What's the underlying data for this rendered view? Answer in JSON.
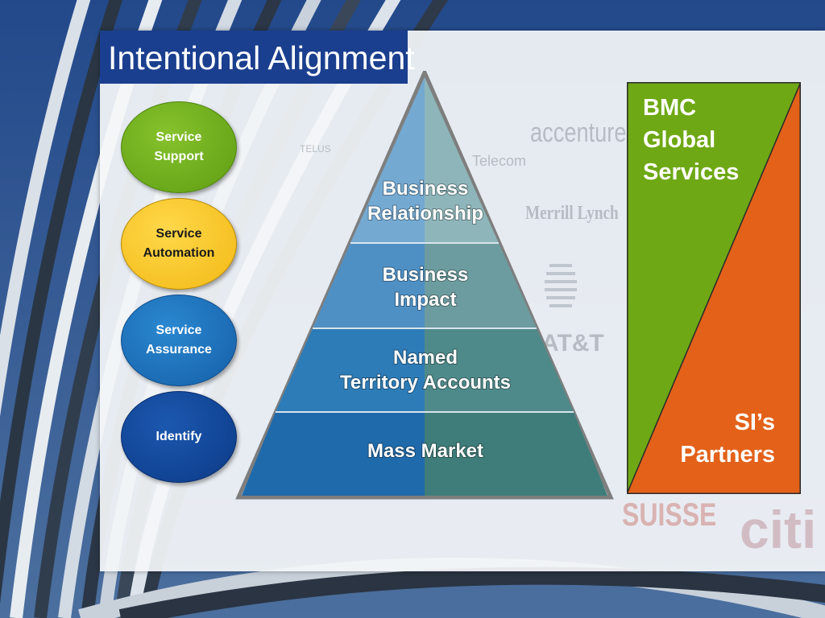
{
  "slide": {
    "title": "Intentional Alignment"
  },
  "service_levels": [
    {
      "label": "Service\nSupport",
      "color": "#6aab1a"
    },
    {
      "label": "Service\nAutomation",
      "color": "#f7c325"
    },
    {
      "label": "Service\nAssurance",
      "color": "#1a6fba"
    },
    {
      "label": "Identify",
      "color": "#0f449a"
    }
  ],
  "pyramid": {
    "tiers": [
      {
        "label": "Business\nRelationship"
      },
      {
        "label": "Business\nImpact"
      },
      {
        "label": "Named\nTerritory Accounts"
      },
      {
        "label": "Mass Market"
      }
    ]
  },
  "split": {
    "top_label": "BMC\nGlobal\nServices",
    "bottom_label": "SI’s\nPartners",
    "top_color": "#6ea814",
    "bottom_color": "#e36119"
  },
  "background_logos": [
    "accenture",
    "Merrill Lynch",
    "AT&T",
    "TELUS",
    "Telecom",
    "SUISSE",
    "citi"
  ]
}
